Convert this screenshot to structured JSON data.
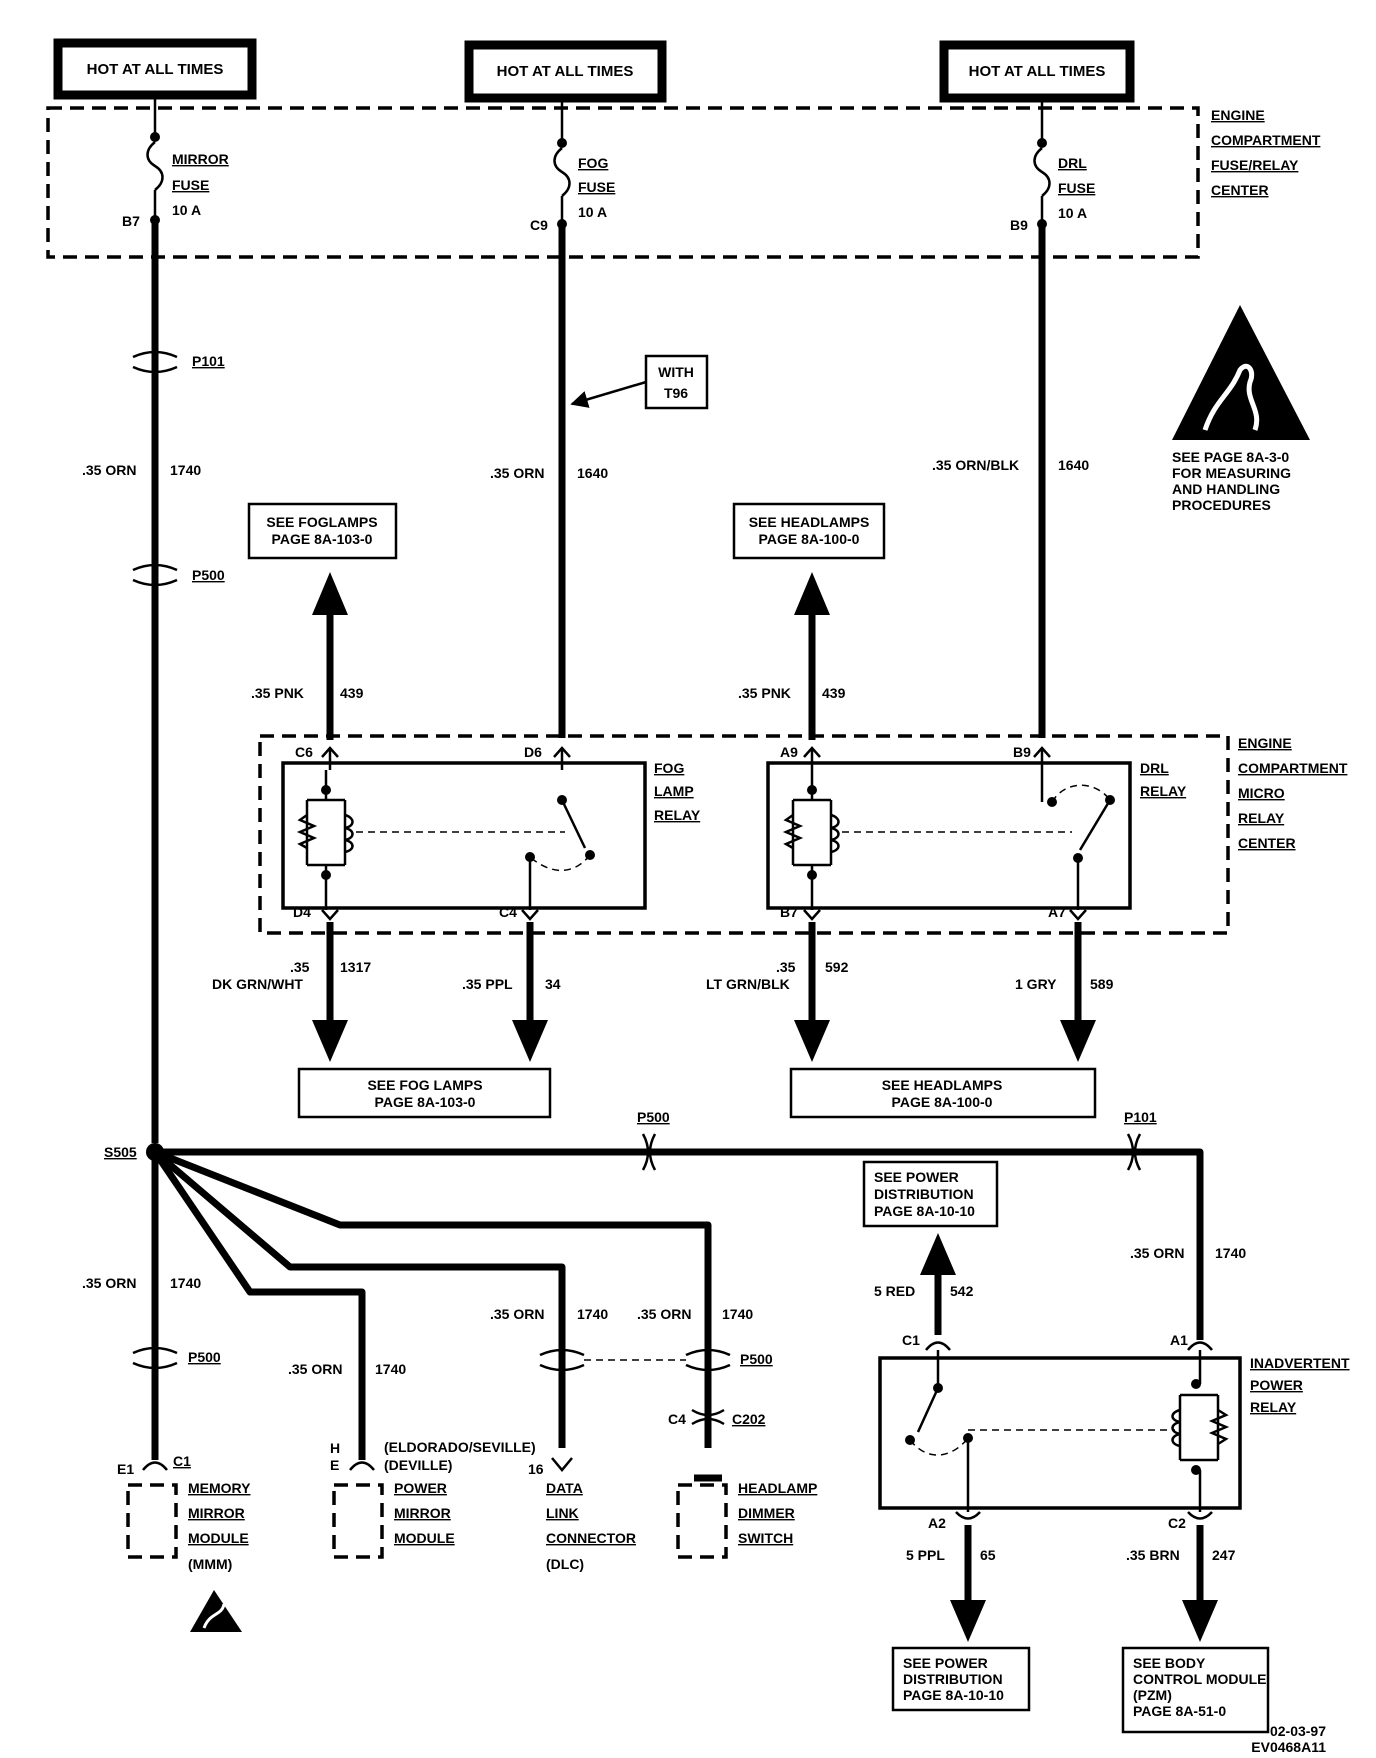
{
  "hot": [
    "HOT AT ALL TIMES",
    "HOT AT ALL TIMES",
    "HOT AT ALL TIMES"
  ],
  "fuse_center": [
    "ENGINE",
    "COMPARTMENT",
    "FUSE/RELAY",
    "CENTER"
  ],
  "micro_center": [
    "ENGINE",
    "COMPARTMENT",
    "MICRO",
    "RELAY",
    "CENTER"
  ],
  "fuses": [
    {
      "name": "MIRROR",
      "word": "FUSE",
      "rating": "10 A",
      "cavity": "B7"
    },
    {
      "name": "FOG",
      "word": "FUSE",
      "rating": "10 A",
      "cavity": "C9"
    },
    {
      "name": "DRL",
      "word": "FUSE",
      "rating": "10 A",
      "cavity": "B9"
    }
  ],
  "connectors": {
    "p101": "P101",
    "p500": "P500",
    "c202": "C202",
    "c4": "C4",
    "s505": "S505"
  },
  "with_t96": [
    "WITH",
    "T96"
  ],
  "wires": {
    "mirror": {
      "gauge": ".35 ORN",
      "circuit": "1740"
    },
    "fog_feed": {
      "gauge": ".35 ORN",
      "circuit": "1640"
    },
    "drl_feed": {
      "gauge": ".35 ORN/BLK",
      "circuit": "1640"
    },
    "fog_out": {
      "gauge": ".35 PNK",
      "circuit": "439"
    },
    "head_out": {
      "gauge": ".35 PNK",
      "circuit": "439"
    },
    "fog_d4": {
      "gauge_top": ".35",
      "gauge_bot": "DK GRN/WHT",
      "circuit": "1317"
    },
    "fog_c4": {
      "gauge": ".35 PPL",
      "circuit": "34"
    },
    "drl_b7": {
      "gauge_top": ".35",
      "gauge_bot": "LT GRN/BLK",
      "circuit": "592"
    },
    "drl_a7": {
      "gauge": "1 GRY",
      "circuit": "589"
    },
    "mmm": {
      "gauge": ".35 ORN",
      "circuit": "1740"
    },
    "pmm": {
      "gauge": ".35 ORN",
      "circuit": "1740"
    },
    "dlc": {
      "gauge": ".35 ORN",
      "circuit": "1740"
    },
    "hds": {
      "gauge": ".35 ORN",
      "circuit": "1740"
    },
    "ipr_in": {
      "gauge": ".35 ORN",
      "circuit": "1740"
    },
    "ipr_c1": {
      "gauge": "5 RED",
      "circuit": "542"
    },
    "ipr_a2": {
      "gauge": "5 PPL",
      "circuit": "65"
    },
    "ipr_c2": {
      "gauge": ".35 BRN",
      "circuit": "247"
    }
  },
  "refs": {
    "foglamps_top": [
      "SEE FOGLAMPS",
      "PAGE 8A-103-0"
    ],
    "headlamps_top": [
      "SEE HEADLAMPS",
      "PAGE 8A-100-0"
    ],
    "foglamps_bot": [
      "SEE FOG LAMPS",
      "PAGE 8A-103-0"
    ],
    "headlamps_bot": [
      "SEE HEADLAMPS",
      "PAGE 8A-100-0"
    ],
    "power_dist_up": [
      "SEE POWER",
      "DISTRIBUTION",
      "PAGE 8A-10-10"
    ],
    "power_dist_down": [
      "SEE POWER",
      "DISTRIBUTION",
      "PAGE 8A-10-10"
    ],
    "bcm": [
      "SEE BODY",
      "CONTROL MODULE",
      "(PZM)",
      "PAGE 8A-51-0"
    ]
  },
  "esd_note": [
    "SEE PAGE 8A-3-0",
    "FOR MEASURING",
    "AND HANDLING",
    "PROCEDURES"
  ],
  "fog_relay": {
    "name": [
      "FOG",
      "LAMP",
      "RELAY"
    ],
    "pins": [
      "C6",
      "D6",
      "D4",
      "C4"
    ]
  },
  "drl_relay": {
    "name": [
      "DRL",
      "RELAY"
    ],
    "pins": [
      "A9",
      "B9",
      "B7",
      "A7"
    ]
  },
  "ipr": {
    "name": [
      "INADVERTENT",
      "POWER",
      "RELAY"
    ],
    "pins": [
      "C1",
      "A1",
      "A2",
      "C2"
    ]
  },
  "modules": {
    "mmm": {
      "pins": [
        "E1",
        "C1"
      ],
      "name": [
        "MEMORY",
        "MIRROR",
        "MODULE"
      ],
      "abbr": "(MMM)"
    },
    "pmm": {
      "pins": [
        "H",
        "E"
      ],
      "variants": [
        "(ELDORADO/SEVILLE)",
        "(DEVILLE)"
      ],
      "name": [
        "POWER",
        "MIRROR",
        "MODULE"
      ]
    },
    "dlc": {
      "pin": "16",
      "name": [
        "DATA",
        "LINK",
        "CONNECTOR"
      ],
      "abbr": "(DLC)"
    },
    "hds": {
      "name": [
        "HEADLAMP",
        "DIMMER",
        "SWITCH"
      ]
    }
  },
  "footer": [
    "02-03-97",
    "EV0468A11"
  ]
}
